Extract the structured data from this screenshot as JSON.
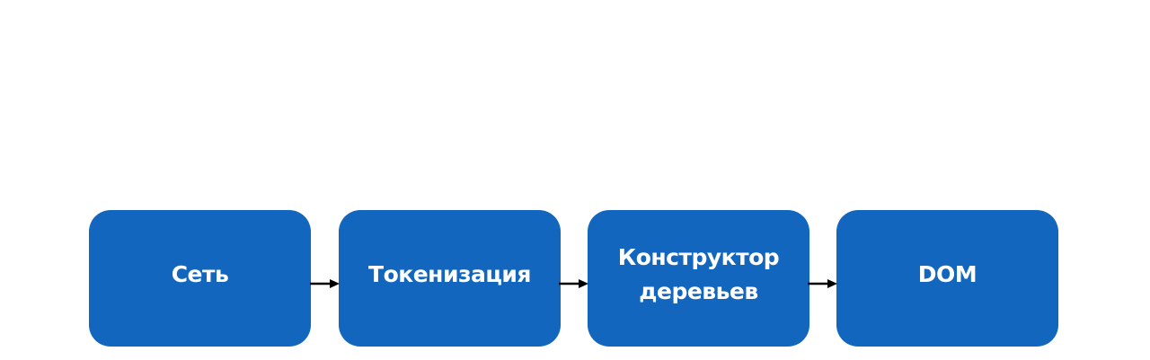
{
  "diagram": {
    "nodes": [
      {
        "label": "Сеть"
      },
      {
        "label": "Токенизация"
      },
      {
        "label": "Конструктор деревьев"
      },
      {
        "label": "DOM"
      }
    ],
    "edges": [
      {
        "from": "Сеть",
        "to": "Токенизация"
      },
      {
        "from": "Токенизация",
        "to": "Конструктор деревьев"
      },
      {
        "from": "Конструктор деревьев",
        "to": "DOM"
      }
    ],
    "colors": {
      "node_fill": "#1366be",
      "node_text": "#ffffff",
      "arrow": "#000000"
    }
  }
}
